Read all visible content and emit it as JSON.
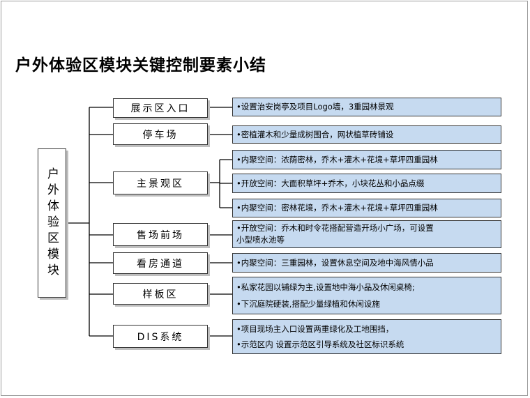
{
  "title": "户外体验区模块关键控制要素小结",
  "root": {
    "label": "户外体验区模块"
  },
  "categories": [
    {
      "label": "展示区入口",
      "details": [
        {
          "lines": [
            "•设置治安岗亭及项目Logo墙，3重园林景观"
          ]
        }
      ]
    },
    {
      "label": "停车场",
      "details": [
        {
          "lines": [
            "•密植灌木和少量成树围合，网状植草砖铺设"
          ]
        }
      ]
    },
    {
      "label": "主景观区",
      "details": [
        {
          "lines": [
            "•内聚空间：浓荫密林，乔木+灌木+花境+草坪四重园林"
          ]
        },
        {
          "lines": [
            "•开放空间：大面积草坪+乔木，小块花丛和小品点缀"
          ]
        },
        {
          "lines": [
            "•内聚空间：密林花境，乔木+灌木+花境+草坪四重园林"
          ]
        }
      ]
    },
    {
      "label": "售场前场",
      "details": [
        {
          "lines": [
            "•开放空间：乔木和时令花搭配营造开场小广场，可设置",
            "小型喷水池等"
          ]
        }
      ]
    },
    {
      "label": "看房通道",
      "details": [
        {
          "lines": [
            "•内聚空间：三重园林，设置休息空间及地中海风情小品"
          ]
        }
      ]
    },
    {
      "label": "样板区",
      "details": [
        {
          "lines": [
            "•私家花园以铺绿为主,设置地中海小品及休闲桌椅;",
            "•下沉庭院硬装,搭配少量绿植和休闲设施"
          ]
        }
      ]
    },
    {
      "label": "DIS系统",
      "details": [
        {
          "lines": [
            "•项目现场主入口设置两重绿化及工地围挡，",
            "•示范区内 设置示范区引导系统及社区标识系统"
          ]
        }
      ]
    }
  ]
}
